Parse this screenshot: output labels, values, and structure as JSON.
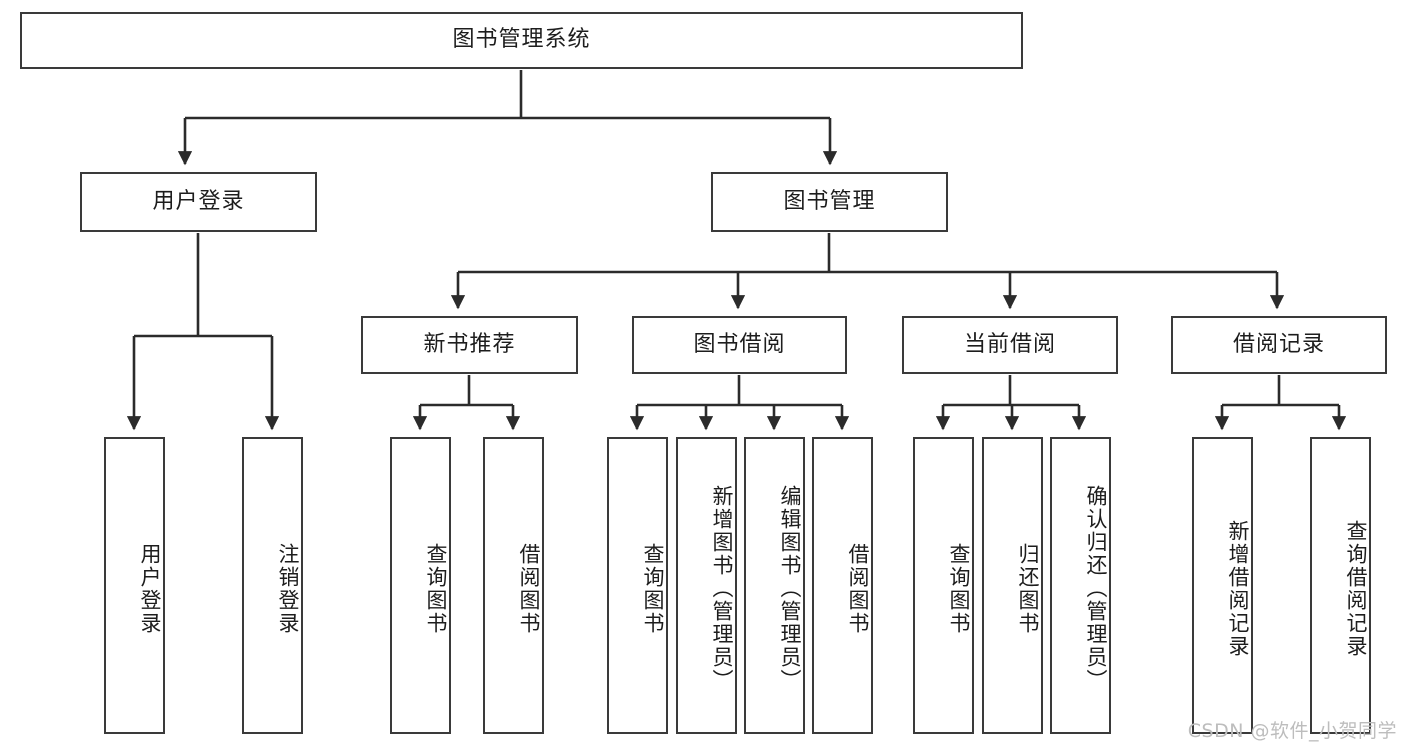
{
  "diagram": {
    "title": "图书管理系统",
    "type": "tree",
    "colors": {
      "box_border": "#3a3a3a",
      "box_fill": "#ffffff",
      "edge": "#2b2b2b",
      "text": "#1d1d1d",
      "watermark": "#bdbdbd",
      "background": "#ffffff"
    },
    "root": {
      "label": "图书管理系统"
    },
    "level2": [
      {
        "label": "用户登录"
      },
      {
        "label": "图书管理"
      }
    ],
    "level3": [
      {
        "label": "新书推荐"
      },
      {
        "label": "图书借阅"
      },
      {
        "label": "当前借阅"
      },
      {
        "label": "借阅记录"
      }
    ],
    "leaves": {
      "user_login": [
        {
          "label": "用户登录"
        },
        {
          "label": "注销登录"
        }
      ],
      "new_book_recommend": [
        {
          "label": "查询图书"
        },
        {
          "label": "借阅图书"
        }
      ],
      "book_borrow": [
        {
          "label": "查询图书"
        },
        {
          "label": "新增图书（管理员）"
        },
        {
          "label": "编辑图书（管理员）"
        },
        {
          "label": "借阅图书"
        }
      ],
      "current_borrow": [
        {
          "label": "查询图书"
        },
        {
          "label": "归还图书"
        },
        {
          "label": "确认归还（管理员）"
        }
      ],
      "borrow_record": [
        {
          "label": "新增借阅记录"
        },
        {
          "label": "查询借阅记录"
        }
      ]
    }
  },
  "watermark": {
    "text": "CSDN @软件_小贺同学"
  }
}
